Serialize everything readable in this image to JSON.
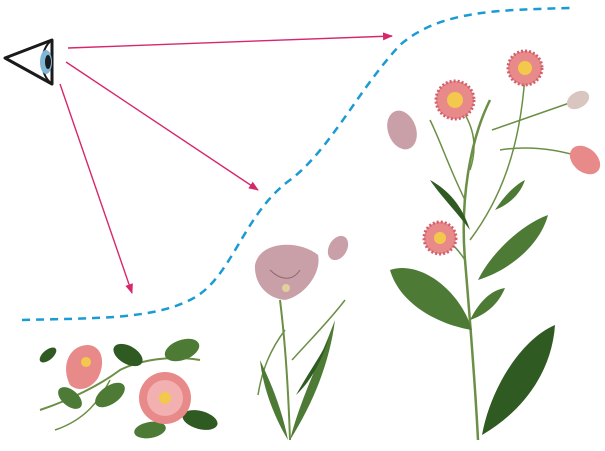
{
  "diagram": {
    "observer_icon": "eye-icon",
    "sight_line_count": 3,
    "boundary_style": "dashed curve",
    "plants": [
      {
        "name": "morning-glory",
        "icon": "morning-glory-icon"
      },
      {
        "name": "pale-bellflower",
        "icon": "bellflower-icon"
      },
      {
        "name": "pink-daisy-plant",
        "icon": "daisy-plant-icon"
      }
    ]
  },
  "colors": {
    "arrow": "#d7276b",
    "dashed_line": "#1a9bd3",
    "eye_outline": "#1a1a1a",
    "iris": "#7fb6d8",
    "leaf": "#4d7a34",
    "leaf_dark": "#2f5a22",
    "petal_pink": "#e98a8a",
    "petal_mauve": "#c9a0a8",
    "flower_center": "#f2c94c",
    "stem": "#6b8f45"
  }
}
